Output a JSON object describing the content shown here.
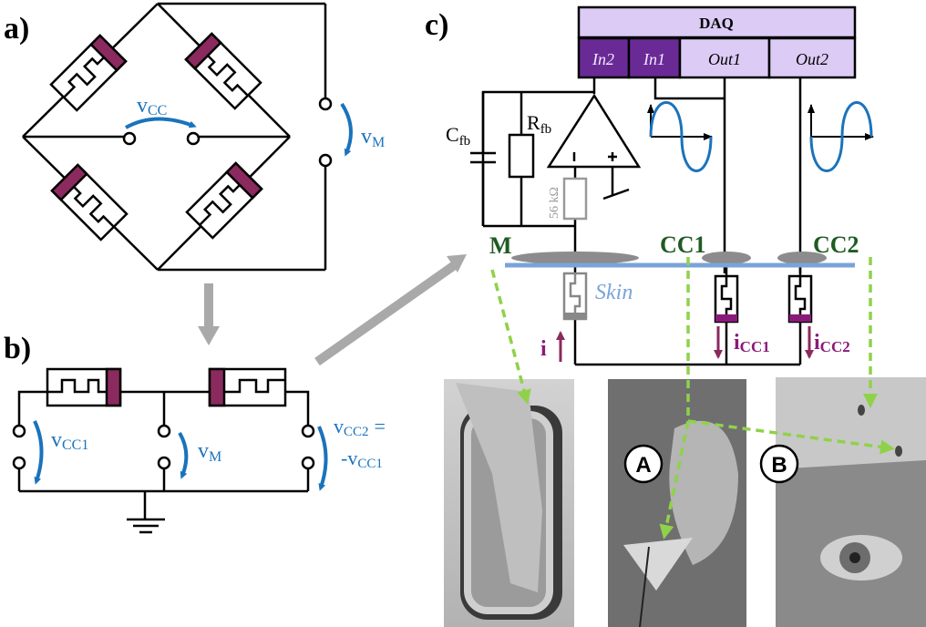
{
  "figure": {
    "panels": {
      "a": "a)",
      "b": "b)",
      "c": "c)"
    },
    "panel_a": {
      "vcc_label": "v",
      "vcc_sub": "CC",
      "vm_label": "v",
      "vm_sub": "M"
    },
    "panel_b": {
      "vcc1_label": "v",
      "vcc1_sub": "CC1",
      "vm_label": "v",
      "vm_sub": "M",
      "vcc2_label": "v",
      "vcc2_sub": "CC2",
      "vcc2_eq": "=",
      "neg_vcc1_label": "-v",
      "neg_vcc1_sub": "CC1"
    },
    "panel_c": {
      "daq_title": "DAQ",
      "daq_ports": [
        "In2",
        "In1",
        "Out1",
        "Out2"
      ],
      "cfb_label": "C",
      "cfb_sub": "fb",
      "rfb_label": "R",
      "rfb_sub": "fb",
      "opamp_minus": "I",
      "opamp_plus": "+",
      "resistor_value": "56 kΩ",
      "electrodes": [
        "M",
        "CC1",
        "CC2"
      ],
      "skin_label": "Skin",
      "current_i": "i",
      "current_icc1": "i",
      "current_icc1_sub": "CC1",
      "current_icc2": "i",
      "current_icc2_sub": "CC2",
      "photo_badges": [
        "A",
        "B"
      ],
      "photos": [
        "foot-electrode-photo",
        "ear-electrode-photo",
        "forehead-electrode-photo"
      ]
    },
    "colors": {
      "sensor_accent": "#8b2a5e",
      "voltage_blue": "#1a73bb",
      "electrode_green": "#1e5c22",
      "current_purple": "#8a1a7a",
      "daq_light": "#dccbf5",
      "daq_dark": "#6a2a96",
      "skin_line": "#7ba3d8",
      "dashed_green": "#8fd24a",
      "arrow_gray": "#a9a9a9"
    }
  }
}
